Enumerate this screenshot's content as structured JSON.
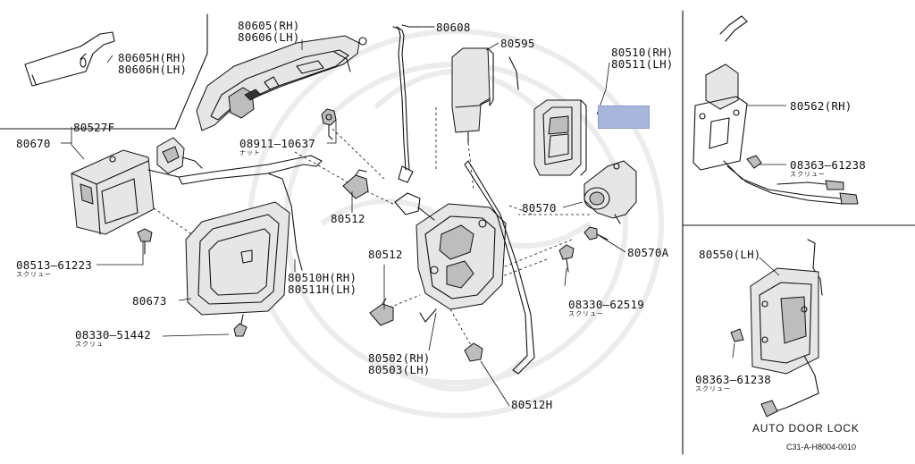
{
  "labels": {
    "p80605": {
      "line1": "80605(RH)",
      "line2": "80606(LH)"
    },
    "p80605h": {
      "line1": "80605H(RH)",
      "line2": "80606H(LH)"
    },
    "p80608": {
      "line1": "80608"
    },
    "p80595": {
      "line1": "80595"
    },
    "p80510": {
      "line1": "80510(RH)",
      "line2": "80511(LH)"
    },
    "p80562": {
      "line1": "80562(RH)"
    },
    "p08363a": {
      "line1": "08363–61238",
      "sub": "スクリュー"
    },
    "p80527f": {
      "line1": "80527F"
    },
    "p80670": {
      "line1": "80670"
    },
    "p08911": {
      "line1": "08911–10637",
      "sub": "ナット"
    },
    "p80512a": {
      "line1": "80512"
    },
    "p80570": {
      "line1": "80570"
    },
    "p80570a": {
      "line1": "80570A"
    },
    "p08513": {
      "line1": "08513–61223",
      "sub": "スクリュー"
    },
    "p80510h": {
      "line1": "80510H(RH)",
      "line2": "80511H(LH)"
    },
    "p80512b": {
      "line1": "80512"
    },
    "p08330a": {
      "line1": "08330–62519",
      "sub": "スクリュー"
    },
    "p80673": {
      "line1": "80673"
    },
    "p08330b": {
      "line1": "08330–51442",
      "sub": "スクリュ"
    },
    "p80502": {
      "line1": "80502(RH)",
      "line2": "80503(LH)"
    },
    "p80512h": {
      "line1": "80512H"
    },
    "p80550": {
      "line1": "80550(LH)"
    },
    "p08363b": {
      "line1": "08363–61238",
      "sub": "スクリュー"
    }
  },
  "caption": "AUTO DOOR LOCK",
  "drawing_code": "C31-A-H8004-0010",
  "colors": {
    "line": "#111111",
    "highlight": "#a9b6dc",
    "background": "#ffffff"
  }
}
